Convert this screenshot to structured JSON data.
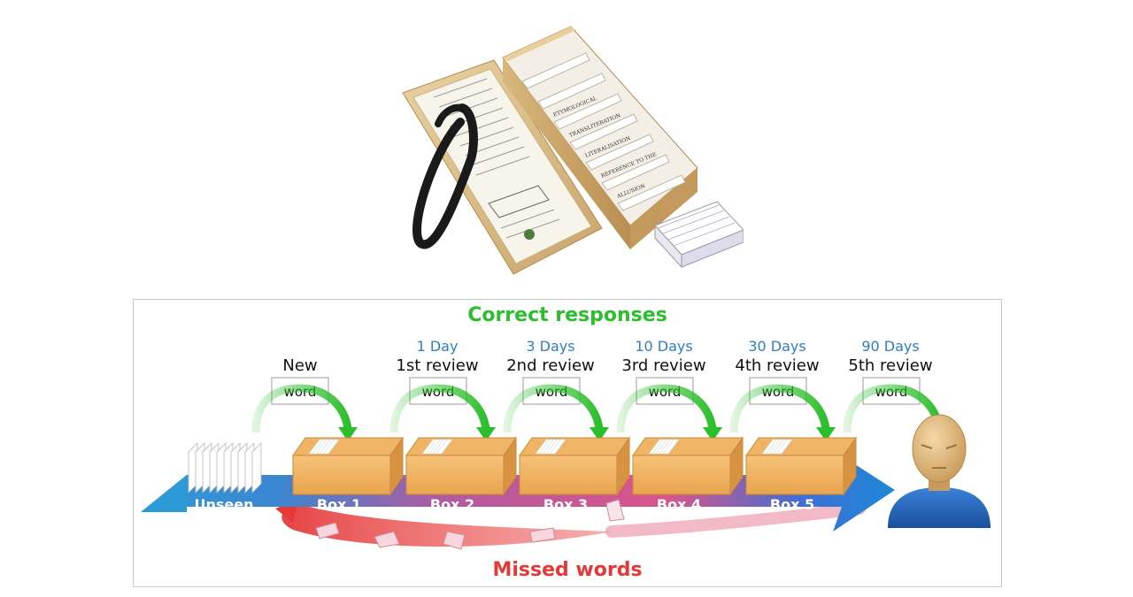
{
  "photo": {
    "labels": [
      "ETYMOLOGICAL",
      "TRANSLITERATION",
      "LITERALISATION",
      "REFERENCE TO THE",
      "ALLUSION"
    ]
  },
  "diagram": {
    "title_correct": "Correct responses",
    "title_missed": "Missed words",
    "source_label": "Unseen",
    "columns": [
      {
        "interval": "",
        "stage": "New",
        "card": "word",
        "box": "Box 1"
      },
      {
        "interval": "1 Day",
        "stage": "1st review",
        "card": "word",
        "box": "Box 2"
      },
      {
        "interval": "3 Days",
        "stage": "2nd review",
        "card": "word",
        "box": "Box 3"
      },
      {
        "interval": "10 Days",
        "stage": "3rd review",
        "card": "word",
        "box": "Box 4"
      },
      {
        "interval": "30 Days",
        "stage": "4th review",
        "card": "word",
        "box": "Box 5"
      },
      {
        "interval": "90 Days",
        "stage": "5th review",
        "card": "word",
        "box": ""
      }
    ],
    "colors": {
      "correct": "#2bbf2b",
      "missed": "#e53838",
      "interval": "#2f7dc2",
      "box": "#f5b25a",
      "arrow_blue": "#1e88d6",
      "person_shirt": "#1f63b8"
    }
  }
}
